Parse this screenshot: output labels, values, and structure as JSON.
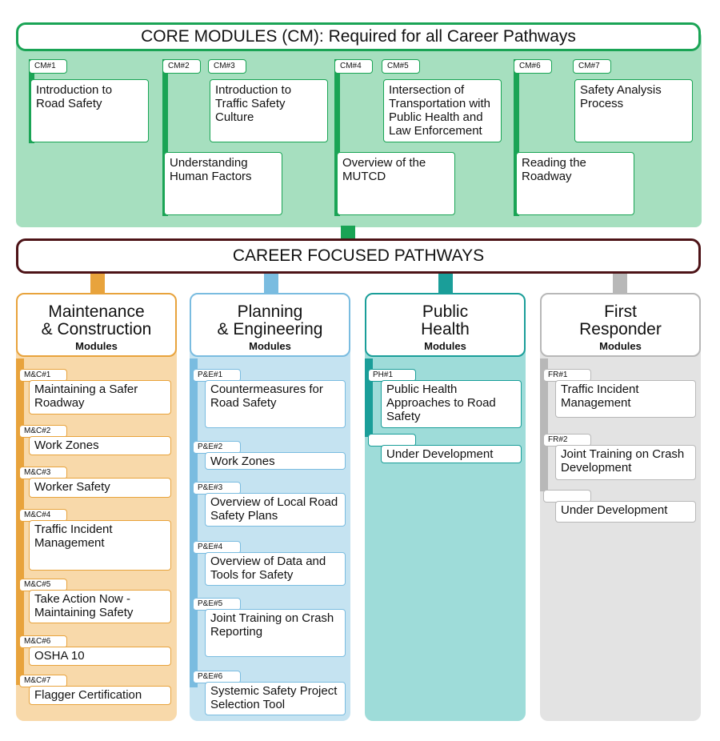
{
  "core": {
    "title": "CORE MODULES (CM): Required for all Career Pathways",
    "modules": [
      {
        "tag": "CM#1",
        "title": "Introduction to Road Safety"
      },
      {
        "tag": "CM#2",
        "title": "Understanding Human Factors"
      },
      {
        "tag": "CM#3",
        "title": "Introduction to Traffic Safety Culture"
      },
      {
        "tag": "CM#4",
        "title": "Overview of the MUTCD"
      },
      {
        "tag": "CM#5",
        "title": "Intersection of Transportation with Public Health and Law Enforcement"
      },
      {
        "tag": "CM#6",
        "title": "Reading the Roadway"
      },
      {
        "tag": "CM#7",
        "title": "Safety Analysis Process"
      }
    ]
  },
  "pathways": {
    "title": "CAREER FOCUSED PATHWAYS",
    "columns": [
      {
        "title_line1": "Maintenance",
        "title_line2": "& Construction",
        "subtitle": "Modules",
        "color": "#e8a33c",
        "background": "#f8d9aa",
        "modules": [
          {
            "tag": "M&C#1",
            "title": "Maintaining a Safer Roadway"
          },
          {
            "tag": "M&C#2",
            "title": "Work Zones"
          },
          {
            "tag": "M&C#3",
            "title": "Worker Safety"
          },
          {
            "tag": "M&C#4",
            "title": "Traffic Incident Management"
          },
          {
            "tag": "M&C#5",
            "title": "Take Action Now - Maintaining Safety"
          },
          {
            "tag": "M&C#6",
            "title": "OSHA 10"
          },
          {
            "tag": "M&C#7",
            "title": "Flagger Certification"
          }
        ]
      },
      {
        "title_line1": "Planning",
        "title_line2": "& Engineering",
        "subtitle": "Modules",
        "color": "#7abce0",
        "background": "#c5e3f1",
        "modules": [
          {
            "tag": "P&E#1",
            "title": "Countermeasures for Road Safety"
          },
          {
            "tag": "P&E#2",
            "title": "Work Zones"
          },
          {
            "tag": "P&E#3",
            "title": "Overview of Local Road Safety Plans"
          },
          {
            "tag": "P&E#4",
            "title": "Overview of Data and Tools for Safety"
          },
          {
            "tag": "P&E#5",
            "title": "Joint Training on Crash Reporting"
          },
          {
            "tag": "P&E#6",
            "title": "Systemic Safety Project Selection Tool"
          }
        ]
      },
      {
        "title_line1": "Public",
        "title_line2": "Health",
        "subtitle": "Modules",
        "color": "#1a9e99",
        "background": "#9edcd9",
        "modules": [
          {
            "tag": "PH#1",
            "title": "Public Health Approaches to Road Safety"
          },
          {
            "tag": "",
            "title": "Under Development"
          }
        ]
      },
      {
        "title_line1": "First",
        "title_line2": "Responder",
        "subtitle": "Modules",
        "color": "#b8b8b8",
        "background": "#e3e3e3",
        "modules": [
          {
            "tag": "FR#1",
            "title": "Traffic Incident Management"
          },
          {
            "tag": "FR#2",
            "title": "Joint Training on Crash Development"
          },
          {
            "tag": "",
            "title": "Under Development"
          }
        ]
      }
    ]
  }
}
